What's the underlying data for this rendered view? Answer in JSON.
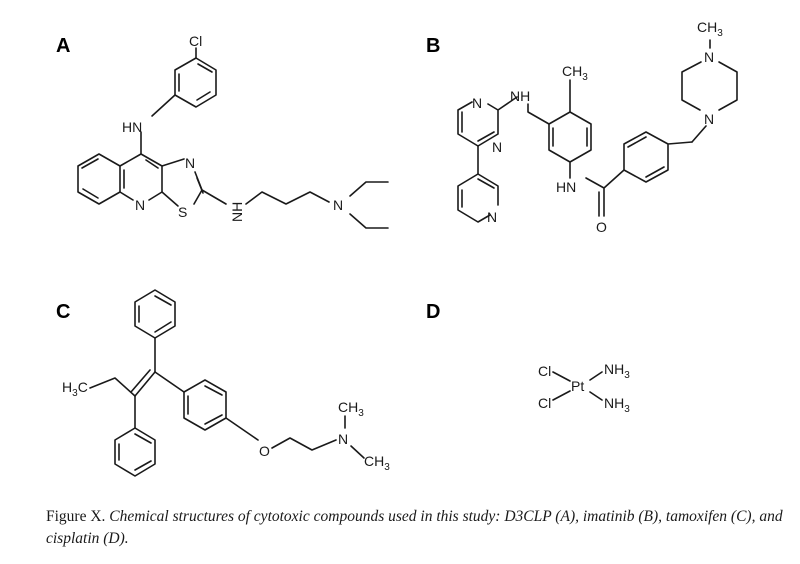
{
  "panels": {
    "a": {
      "label": "A",
      "atoms": {
        "cl": "Cl",
        "hn": "HN",
        "n_thz": "N",
        "n_quin": "N",
        "s": "S",
        "nh": "NH",
        "n_amine": "N"
      }
    },
    "b": {
      "label": "B",
      "atoms": {
        "ch3_top": "CH",
        "ch3_top_sub": "3",
        "n_pip_top": "N",
        "n_pip_bottom": "N",
        "ch3_aryl": "CH",
        "ch3_aryl_sub": "3",
        "nh": "NH",
        "n_pym1": "N",
        "n_pym2": "N",
        "hn": "HN",
        "n_pyr": "N",
        "o": "O"
      }
    },
    "c": {
      "label": "C",
      "atoms": {
        "h3c": "H",
        "h3c_sub": "3",
        "h3c_c": "C",
        "o": "O",
        "n": "N",
        "ch3_up": "CH",
        "ch3_up_sub": "3",
        "ch3_down": "CH",
        "ch3_down_sub": "3"
      }
    },
    "d": {
      "label": "D",
      "atoms": {
        "cl1": "Cl",
        "cl2": "Cl",
        "pt": "Pt",
        "nh3_1": "NH",
        "nh3_1_sub": "3",
        "nh3_2": "NH",
        "nh3_2_sub": "3"
      }
    }
  },
  "caption": {
    "lead": "Figure X. ",
    "text": "Chemical structures of cytotoxic compounds used in this study: D3CLP (A), imatinib (B), tamoxifen (C), and cisplatin (D)."
  }
}
